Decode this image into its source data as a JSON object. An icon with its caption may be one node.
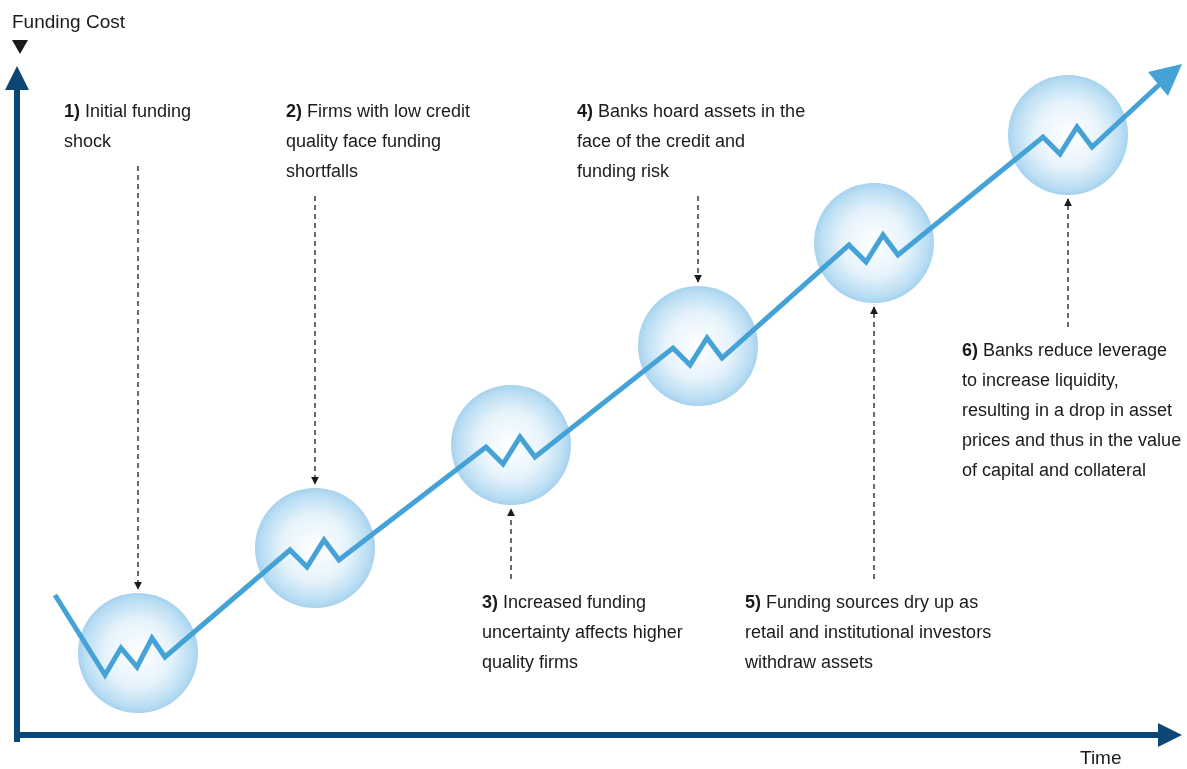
{
  "diagram": {
    "nodes": [
      {
        "text": [
          "**1)** Initial funding shock"
        ]
      },
      {
        "text": [
          "**2)** Firms with low credit quality face funding shortfalls"
        ]
      },
      {
        "text": [
          "**3)** Increased funding uncertainty affects higher quality firms"
        ]
      },
      {
        "text": [
          "**4)** Banks hoard assets in the face of the credit and funding risk"
        ]
      },
      {
        "text": [
          "**5)** Funding sources dry up as retail and institutional investors withdraw assets"
        ]
      },
      {
        "text": [
          "**6)** Banks reduce leverage to increase liquidity, resulting in a drop in asset prices and thus in the value of capital and collateral"
        ]
      },
      {
        "text": [],
        "shape": "circle"
      },
      {
        "text": [],
        "shape": "circle"
      },
      {
        "text": [],
        "shape": "circle"
      },
      {
        "text": [],
        "shape": "circle"
      },
      {
        "text": [],
        "shape": "circle"
      },
      {
        "text": [],
        "shape": "circle"
      }
    ],
    "edges": [
      {
        "from": 0,
        "to": 6,
        "arrow": "to",
        "style": "dashed"
      },
      {
        "from": 1,
        "to": 7,
        "arrow": "to",
        "style": "dashed"
      },
      {
        "from": 2,
        "to": 8,
        "arrow": "to",
        "style": "dashed"
      },
      {
        "from": 3,
        "to": 9,
        "arrow": "to",
        "style": "dashed"
      },
      {
        "from": 4,
        "to": 10,
        "arrow": "to",
        "style": "dashed"
      },
      {
        "from": 5,
        "to": 11,
        "arrow": "to",
        "style": "dashed"
      }
    ],
    "labels": [
      "Funding Cost",
      "Time"
    ]
  }
}
